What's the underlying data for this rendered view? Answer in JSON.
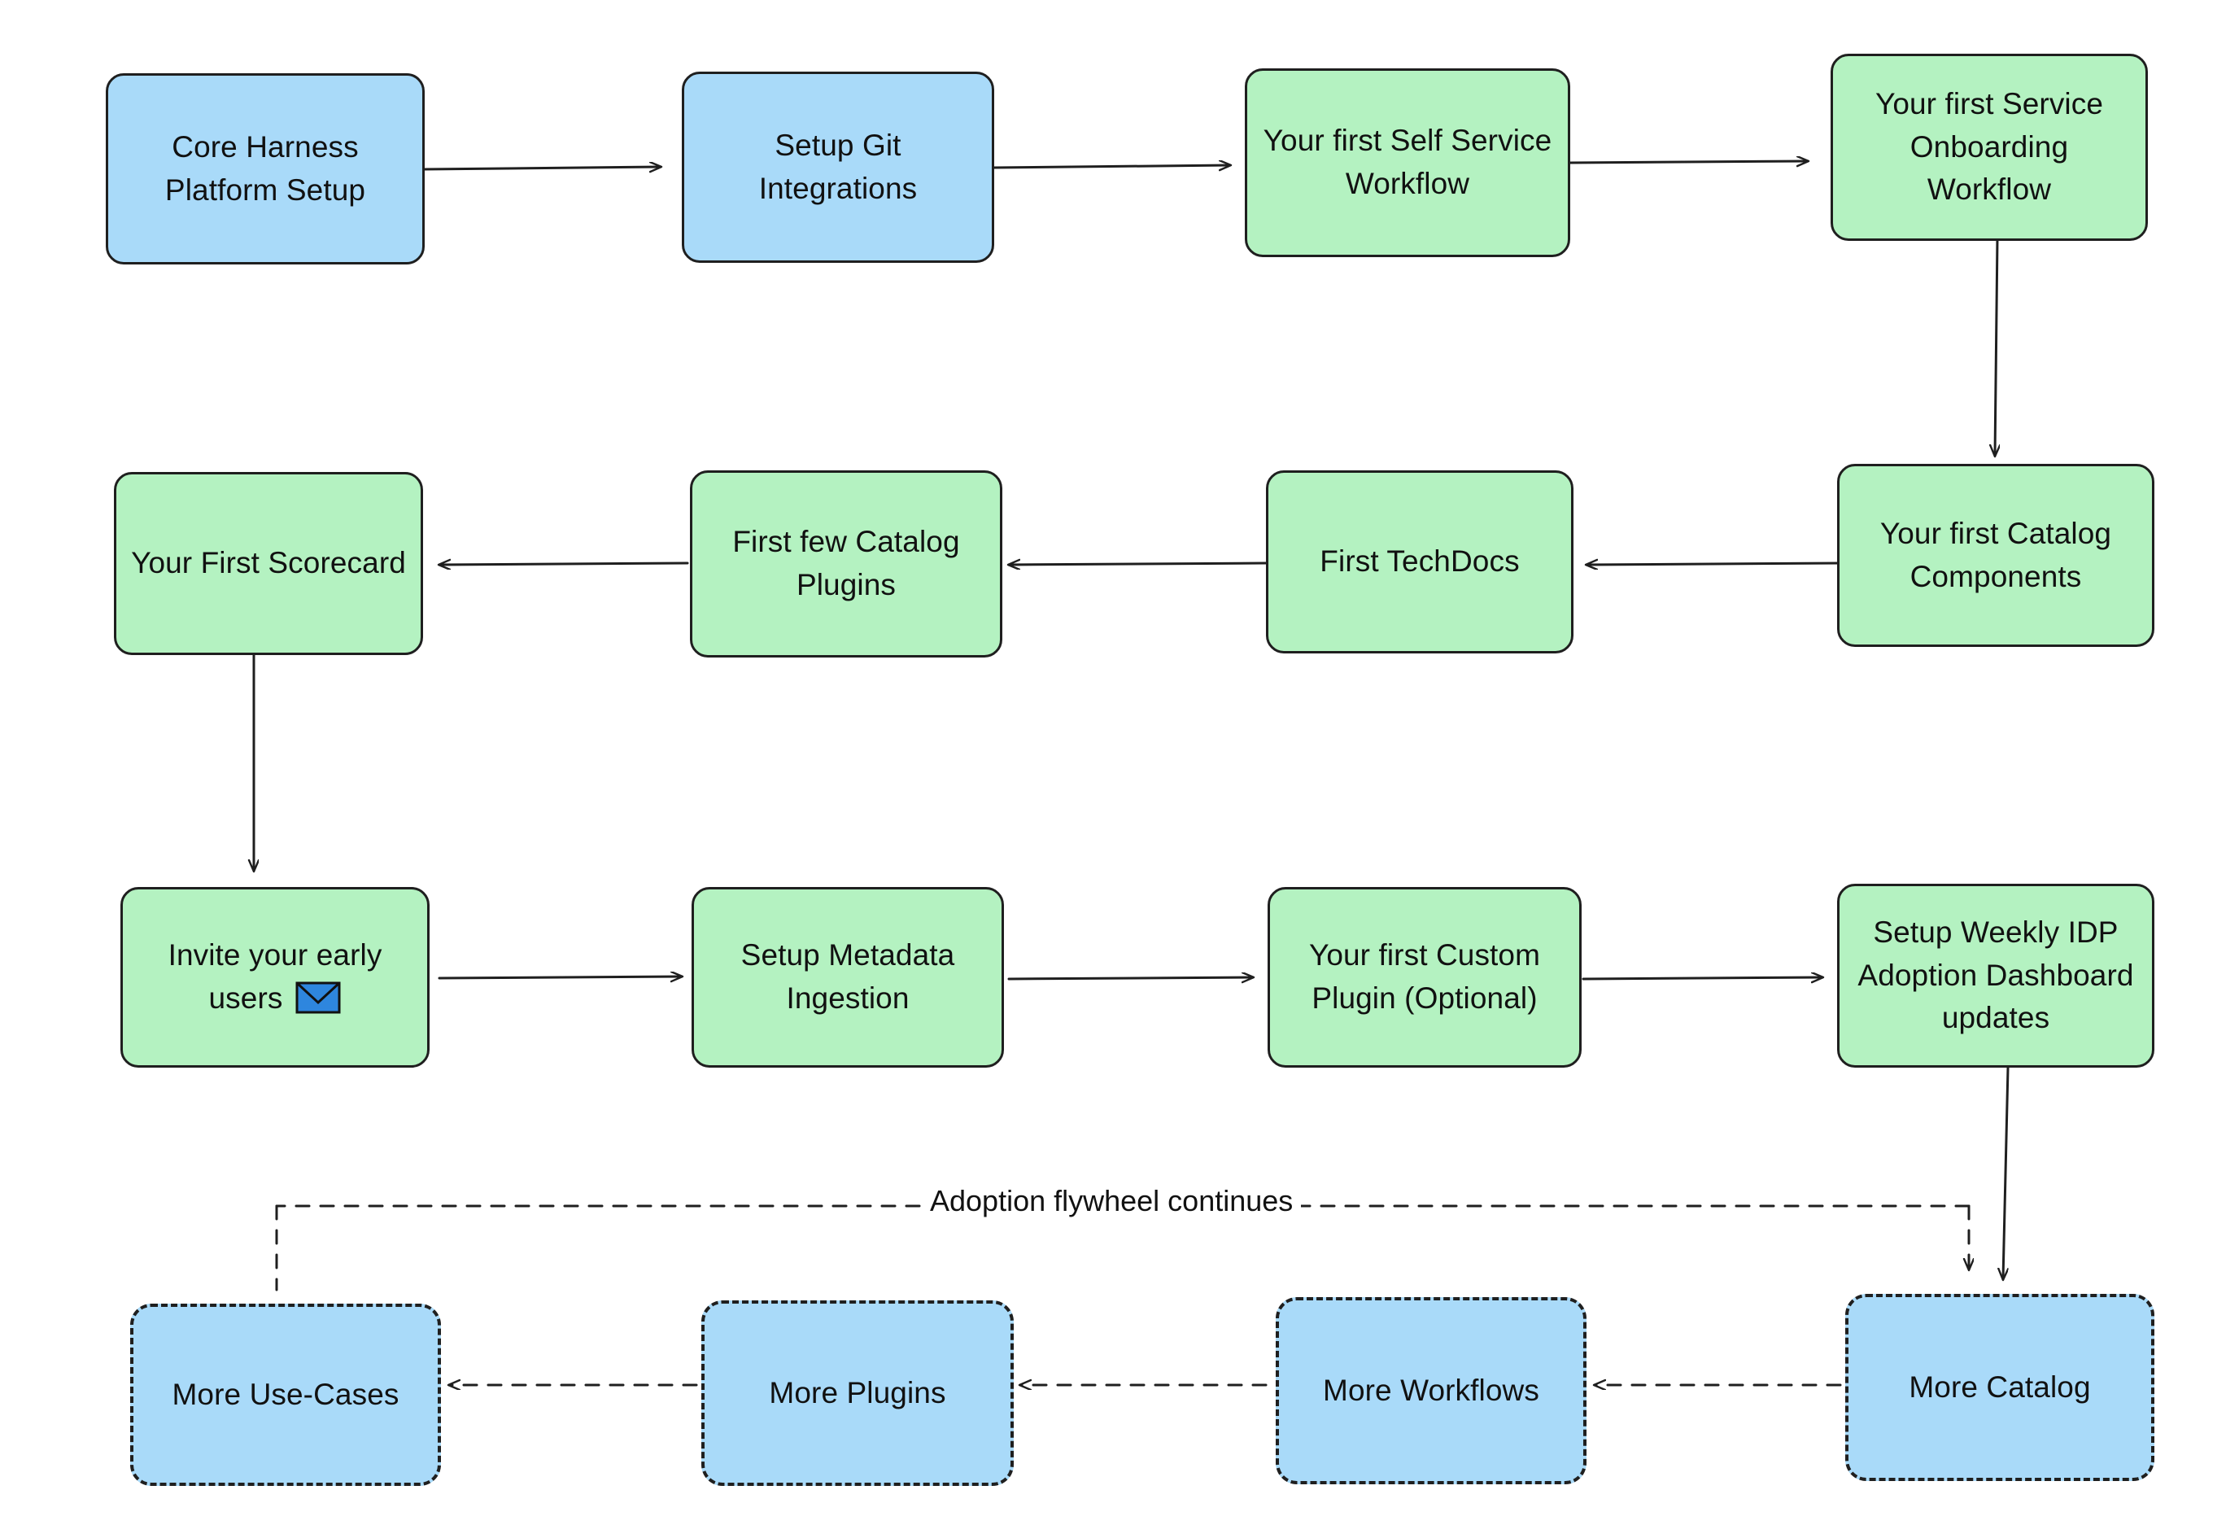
{
  "diagram": {
    "type": "flowchart",
    "title": "Harness IDP Adoption Journey Flowchart",
    "colors": {
      "blue_fill": "#a9daf9",
      "green_fill": "#b4f2c1",
      "stroke": "#1f1f1f",
      "text": "#111111",
      "background": "#ffffff",
      "envelope_blue": "#2e86de"
    },
    "nodes": [
      {
        "id": "core-harness-platform-setup",
        "label": "Core Harness Platform Setup",
        "line1": "Core Harness",
        "line2": "Platform Setup",
        "fill": "blue",
        "style": "solid",
        "row": 1
      },
      {
        "id": "setup-git-integrations",
        "label": "Setup Git Integrations",
        "line1": "Setup Git",
        "line2": "Integrations",
        "fill": "blue",
        "style": "solid",
        "row": 1
      },
      {
        "id": "your-first-self-service-workflow",
        "label": "Your first Self Service Workflow",
        "line1": "Your first Self Service",
        "line2": "Workflow",
        "fill": "green",
        "style": "solid",
        "row": 1
      },
      {
        "id": "your-first-service-onboarding-workflow",
        "label": "Your first Service Onboarding Workflow",
        "line1": "Your first Service",
        "line2": "Onboarding",
        "line3": "Workflow",
        "fill": "green",
        "style": "solid",
        "row": 1
      },
      {
        "id": "your-first-catalog-components",
        "label": "Your first Catalog Components",
        "line1": "Your first Catalog",
        "line2": "Components",
        "fill": "green",
        "style": "solid",
        "row": 2
      },
      {
        "id": "first-techdocs",
        "label": "First TechDocs",
        "line1": "First TechDocs",
        "fill": "green",
        "style": "solid",
        "row": 2
      },
      {
        "id": "first-few-catalog-plugins",
        "label": "First few Catalog Plugins",
        "line1": "First few Catalog",
        "line2": "Plugins",
        "fill": "green",
        "style": "solid",
        "row": 2
      },
      {
        "id": "your-first-scorecard",
        "label": "Your First Scorecard",
        "line1": "Your First Scorecard",
        "fill": "green",
        "style": "solid",
        "row": 2
      },
      {
        "id": "invite-your-early-users",
        "label": "Invite your early users",
        "line1": "Invite your early",
        "line2": "users",
        "icon": "envelope-icon",
        "fill": "green",
        "style": "solid",
        "row": 3
      },
      {
        "id": "setup-metadata-ingestion",
        "label": "Setup Metadata Ingestion",
        "line1": "Setup Metadata",
        "line2": "Ingestion",
        "fill": "green",
        "style": "solid",
        "row": 3
      },
      {
        "id": "your-first-custom-plugin",
        "label": "Your first Custom Plugin (Optional)",
        "line1": "Your first Custom",
        "line2": "Plugin (Optional)",
        "fill": "green",
        "style": "solid",
        "row": 3
      },
      {
        "id": "setup-weekly-idp-adoption-dashboard-updates",
        "label": "Setup Weekly IDP Adoption Dashboard updates",
        "line1": "Setup Weekly IDP",
        "line2": "Adoption Dashboard",
        "line3": "updates",
        "fill": "green",
        "style": "solid",
        "row": 3
      },
      {
        "id": "more-catalog",
        "label": "More Catalog",
        "line1": "More Catalog",
        "fill": "blue",
        "style": "dashed",
        "row": 4
      },
      {
        "id": "more-workflows",
        "label": "More Workflows",
        "line1": "More Workflows",
        "fill": "blue",
        "style": "dashed",
        "row": 4
      },
      {
        "id": "more-plugins",
        "label": "More Plugins",
        "line1": "More Plugins",
        "fill": "blue",
        "style": "dashed",
        "row": 4
      },
      {
        "id": "more-use-cases",
        "label": "More Use-Cases",
        "line1": "More Use-Cases",
        "fill": "blue",
        "style": "dashed",
        "row": 4
      }
    ],
    "edges": [
      {
        "from": "core-harness-platform-setup",
        "to": "setup-git-integrations",
        "style": "solid",
        "direction": "right"
      },
      {
        "from": "setup-git-integrations",
        "to": "your-first-self-service-workflow",
        "style": "solid",
        "direction": "right"
      },
      {
        "from": "your-first-self-service-workflow",
        "to": "your-first-service-onboarding-workflow",
        "style": "solid",
        "direction": "right"
      },
      {
        "from": "your-first-service-onboarding-workflow",
        "to": "your-first-catalog-components",
        "style": "solid",
        "direction": "down"
      },
      {
        "from": "your-first-catalog-components",
        "to": "first-techdocs",
        "style": "solid",
        "direction": "left"
      },
      {
        "from": "first-techdocs",
        "to": "first-few-catalog-plugins",
        "style": "solid",
        "direction": "left"
      },
      {
        "from": "first-few-catalog-plugins",
        "to": "your-first-scorecard",
        "style": "solid",
        "direction": "left"
      },
      {
        "from": "your-first-scorecard",
        "to": "invite-your-early-users",
        "style": "solid",
        "direction": "down"
      },
      {
        "from": "invite-your-early-users",
        "to": "setup-metadata-ingestion",
        "style": "solid",
        "direction": "right"
      },
      {
        "from": "setup-metadata-ingestion",
        "to": "your-first-custom-plugin",
        "style": "solid",
        "direction": "right"
      },
      {
        "from": "your-first-custom-plugin",
        "to": "setup-weekly-idp-adoption-dashboard-updates",
        "style": "solid",
        "direction": "right"
      },
      {
        "from": "setup-weekly-idp-adoption-dashboard-updates",
        "to": "more-catalog",
        "style": "solid",
        "direction": "down"
      },
      {
        "from": "more-catalog",
        "to": "more-workflows",
        "style": "dashed",
        "direction": "left"
      },
      {
        "from": "more-workflows",
        "to": "more-plugins",
        "style": "dashed",
        "direction": "left"
      },
      {
        "from": "more-plugins",
        "to": "more-use-cases",
        "style": "dashed",
        "direction": "left"
      },
      {
        "from": "more-use-cases",
        "to": "more-catalog",
        "style": "dashed",
        "direction": "loop",
        "label": "Adoption flywheel continues"
      }
    ],
    "edge_labels": [
      {
        "id": "adoption-flywheel-label",
        "text": "Adoption flywheel continues"
      }
    ]
  }
}
